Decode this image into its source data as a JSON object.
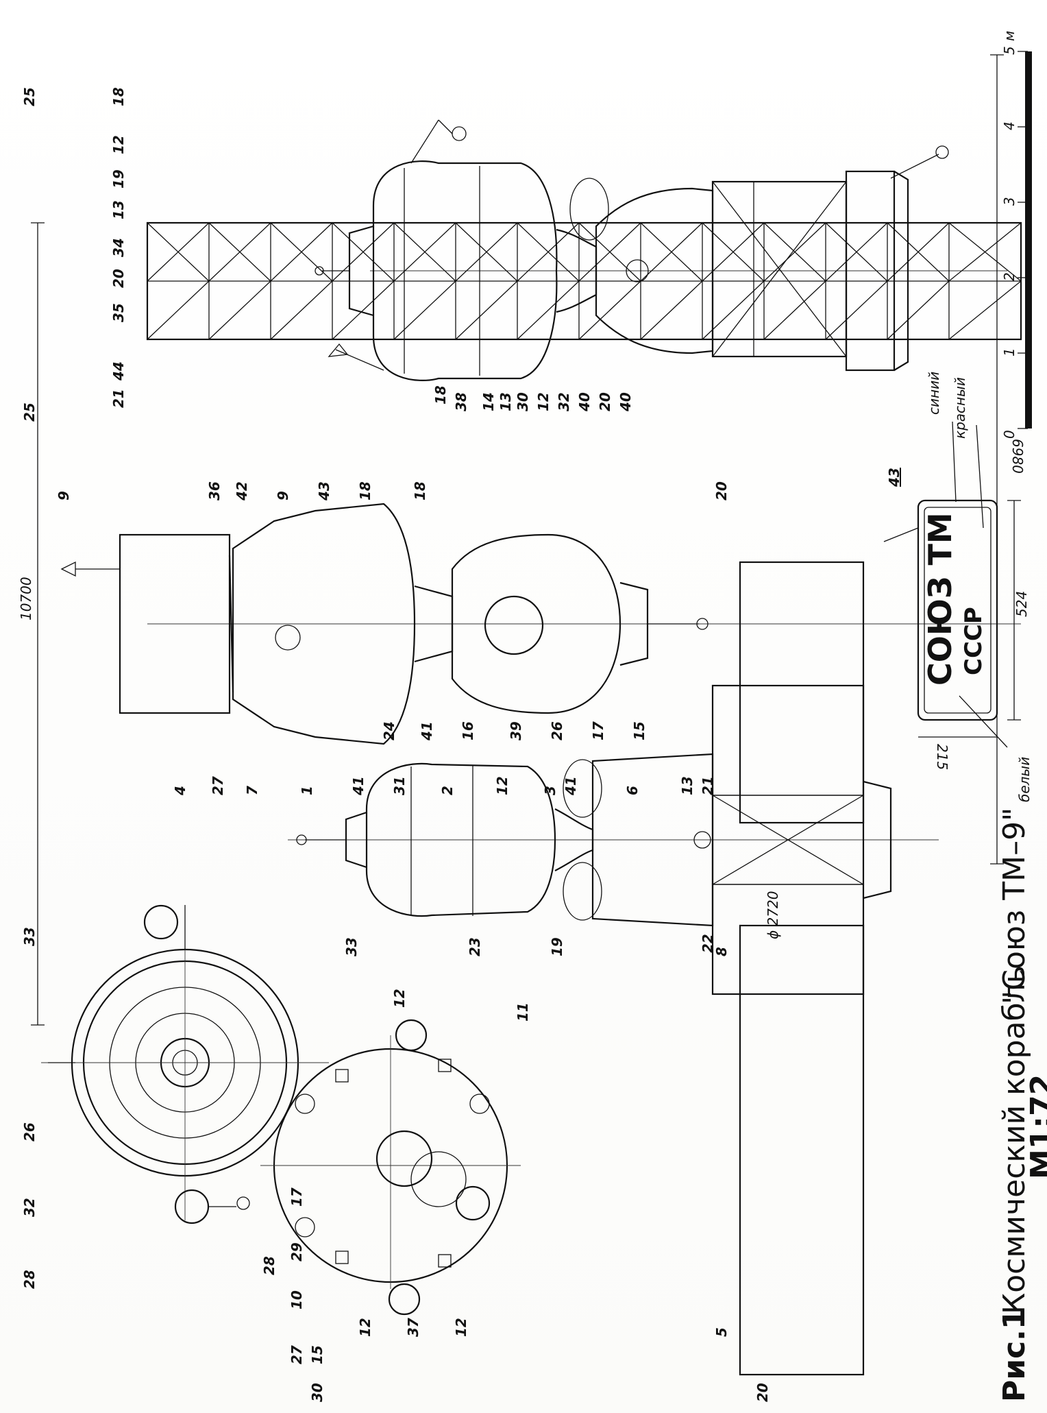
{
  "caption": {
    "fig": "Рис.1",
    "title": "Космический корабль",
    "name": "\"Союз ТМ–9\"",
    "scale": "М1:72"
  },
  "dimensions": {
    "span": "10700",
    "length": "6980",
    "diameter": "ϕ 2720",
    "plate_width": "524",
    "plate_height": "215"
  },
  "scale_bar": {
    "ticks": [
      "0",
      "1",
      "2",
      "3",
      "4",
      "5"
    ],
    "unit": "м"
  },
  "plate": {
    "line1": "СОЮЗ ТМ",
    "line2": "СССР",
    "number": "43",
    "color_blue": "синий",
    "color_red": "красный",
    "color_white": "белый"
  },
  "callouts": {
    "c1": "1",
    "c2": "2",
    "c3": "3",
    "c4": "4",
    "c5": "5",
    "c6": "6",
    "c7": "7",
    "c8": "8",
    "c9": "9",
    "c10": "10",
    "c11": "11",
    "c12": "12",
    "c13": "13",
    "c14": "14",
    "c15": "15",
    "c16": "16",
    "c17": "17",
    "c18": "18",
    "c19": "19",
    "c20": "20",
    "c21": "21",
    "c22": "22",
    "c23": "23",
    "c24": "24",
    "c25": "25",
    "c26": "26",
    "c27": "27",
    "c28": "28",
    "c29": "29",
    "c30": "30",
    "c31": "31",
    "c32": "32",
    "c33": "33",
    "c34": "34",
    "c35": "35",
    "c36": "36",
    "c37": "37",
    "c38": "38",
    "c39": "39",
    "c40": "40",
    "c41": "41",
    "c42": "42",
    "c43": "43",
    "c44": "44"
  }
}
